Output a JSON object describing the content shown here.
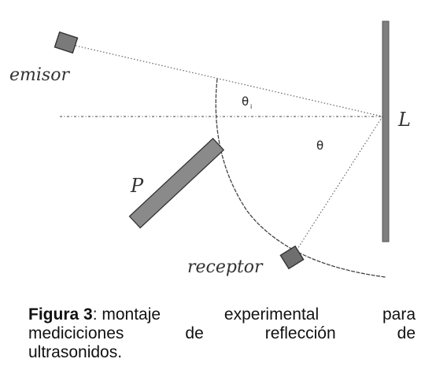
{
  "diagram": {
    "labels": {
      "emisor": "emisor",
      "receptor": "receptor",
      "panel": "P",
      "wall": "L",
      "theta_i": "θ",
      "theta_i_sub": "i",
      "theta": "θ"
    },
    "colors": {
      "device": "#7a7a7a",
      "wall": "#7f7f7f",
      "panel": "#8a8a8a",
      "line": "#555555"
    }
  },
  "caption": {
    "figure_label": "Figura 3",
    "line1_words": [
      ": montaje",
      "experimental",
      "para"
    ],
    "line2_words": [
      "mediciciones",
      "de",
      "reflección",
      "de"
    ],
    "line3": "ultrasonidos."
  }
}
